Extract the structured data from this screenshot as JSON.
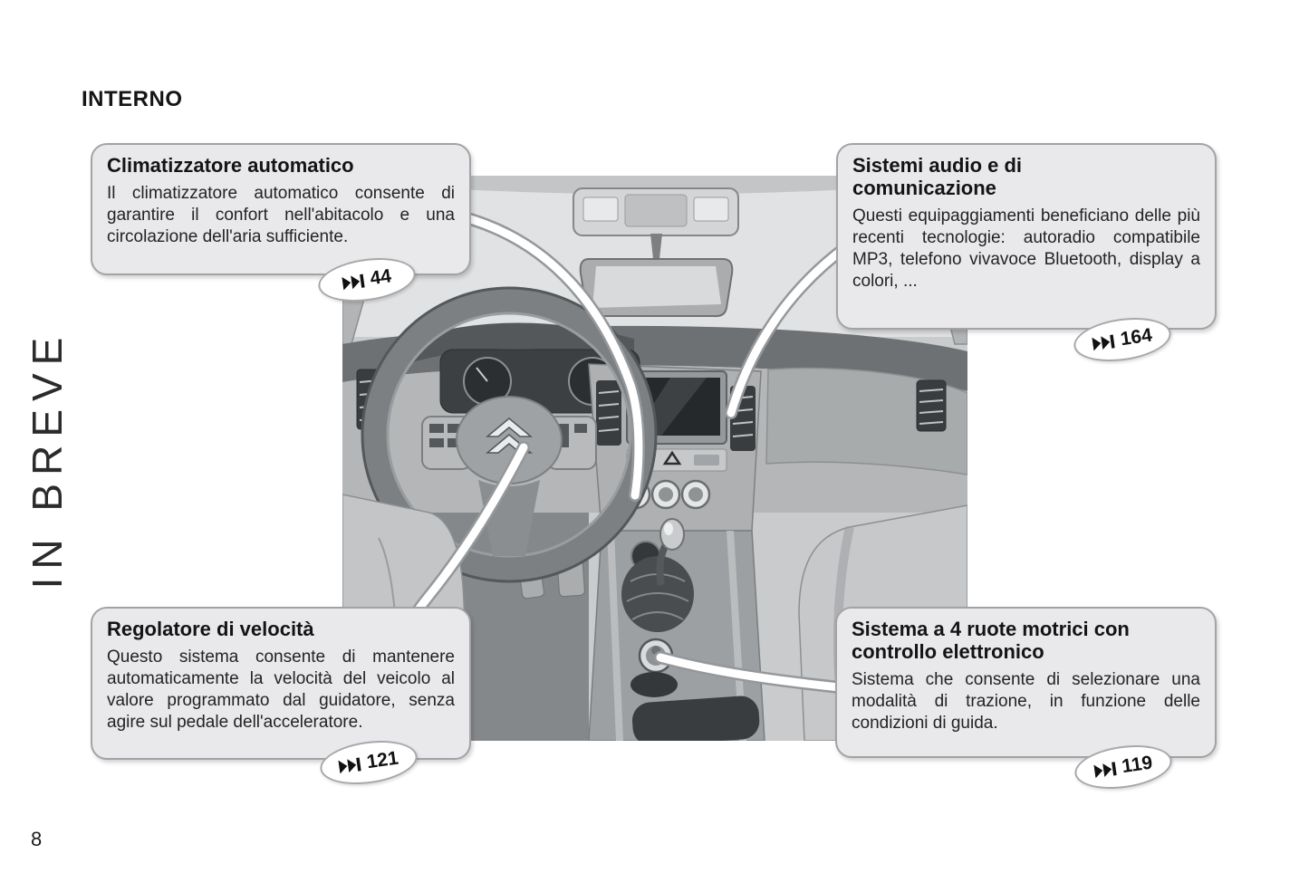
{
  "page": {
    "heading": "INTERNO",
    "section_label": "IN BREVE",
    "page_number": "8"
  },
  "callouts": [
    {
      "title": "Climatizzatore automatico",
      "body": "Il climatizzatore automatico consente di garantire il confort nell'abitacolo e una circolazione dell'aria sufficiente.",
      "page_ref": "44"
    },
    {
      "title": "Sistemi audio e di\ncomunicazione",
      "body": "Questi equipaggiamenti beneficiano delle più recenti tecnologie: autoradio compatibile MP3, telefono vivavoce Bluetooth, display a colori, ...",
      "page_ref": "164"
    },
    {
      "title": "Regolatore di velocità",
      "body": "Questo sistema consente di mantenere automaticamente la velocità del veicolo al valore programmato dal guidatore, senza agire sul pedale dell'acceleratore.",
      "page_ref": "121"
    },
    {
      "title": "Sistema a 4 ruote motrici con\ncontrollo elettronico",
      "body": "Sistema che consente di selezionare una modalità di trazione, in funzione delle condizioni di guida.",
      "page_ref": "119"
    }
  ],
  "illustration": {
    "subject": "vista interno abitacolo: plancia, volante con doppio chevron, console centrale",
    "style": "disegno in scala di grigi"
  },
  "colors": {
    "callout_fill": "#e9e9eb",
    "callout_border": "#a3a3a6",
    "illustration_bg": "#c9cbcc",
    "text": "#1b1b1b"
  }
}
